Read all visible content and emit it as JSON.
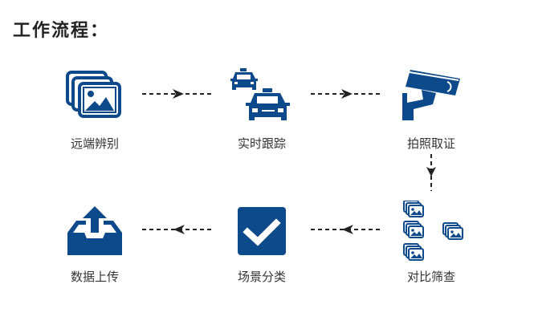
{
  "title": "工作流程：",
  "colors": {
    "primary": "#0c4a8c",
    "arrow": "#222222"
  },
  "steps": [
    {
      "label": "远端辨别",
      "icon": "image-stack-icon"
    },
    {
      "label": "实时跟踪",
      "icon": "taxi-icon"
    },
    {
      "label": "拍照取证",
      "icon": "surveillance-camera-icon"
    },
    {
      "label": "对比筛查",
      "icon": "image-compare-icon"
    },
    {
      "label": "场景分类",
      "icon": "checkmark-icon"
    },
    {
      "label": "数据上传",
      "icon": "upload-tray-icon"
    }
  ]
}
